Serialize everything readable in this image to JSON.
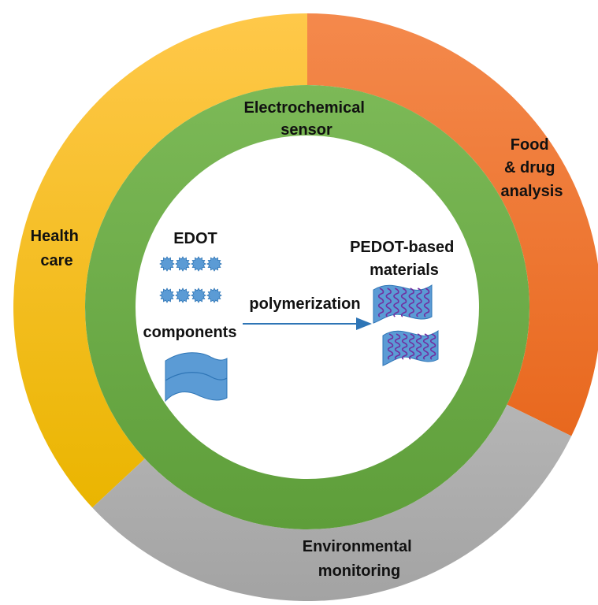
{
  "outer_ring": {
    "health": {
      "lines": [
        "Health",
        "care"
      ],
      "color_light": "#FFC84A",
      "color_dark": "#EAB500"
    },
    "food": {
      "lines": [
        "Food",
        "& drug",
        "analysis"
      ],
      "color_light": "#F4894C",
      "color_dark": "#E8681E"
    },
    "environment": {
      "lines": [
        "Environmental",
        "monitoring"
      ],
      "color_light": "#B5B5B5",
      "color_dark": "#A3A3A3"
    }
  },
  "inner_ring": {
    "lines": [
      "Electrochemical",
      "sensor"
    ],
    "color_light": "#7CB957",
    "color_dark": "#5E9E3A"
  },
  "center": {
    "monomer_label": "EDOT",
    "components_label": "components",
    "reaction_label": "polymerization",
    "product_lines": [
      "PEDOT-based",
      "materials"
    ],
    "shape_color": "#5B9BD5",
    "shape_stroke": "#2E75B6",
    "wave_color": "#7030A0"
  }
}
